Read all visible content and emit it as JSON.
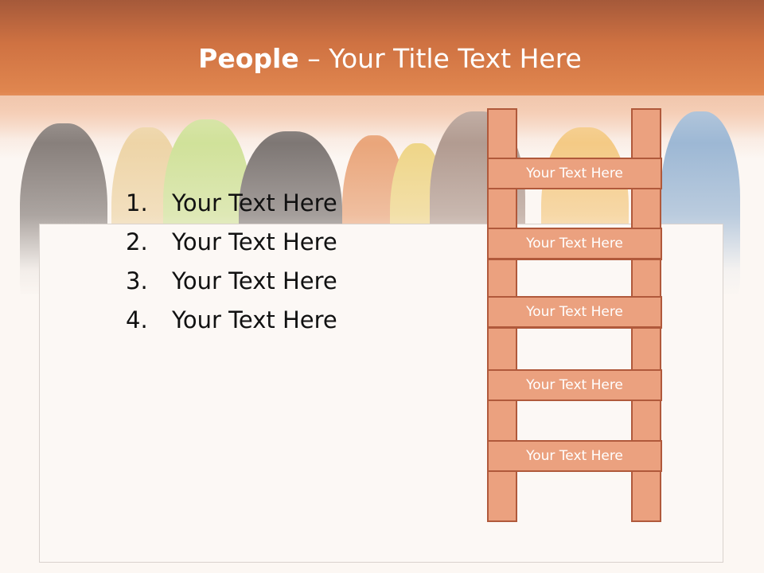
{
  "slide": {
    "title_bold": "People",
    "title_rest": " – Your Title Text Here"
  },
  "list": [
    {
      "num": "1.",
      "text": "Your Text Here"
    },
    {
      "num": "2.",
      "text": "Your Text Here"
    },
    {
      "num": "3.",
      "text": "Your Text Here"
    },
    {
      "num": "4.",
      "text": "Your Text Here"
    }
  ],
  "ladder": {
    "rungs": [
      "Your Text Here",
      "Your Text Here",
      "Your Text Here",
      "Your Text Here",
      "Your Text Here"
    ]
  },
  "colors": {
    "header_orange": "#d97a45",
    "ladder_fill": "#eba17f",
    "ladder_stroke": "#b0593b"
  }
}
